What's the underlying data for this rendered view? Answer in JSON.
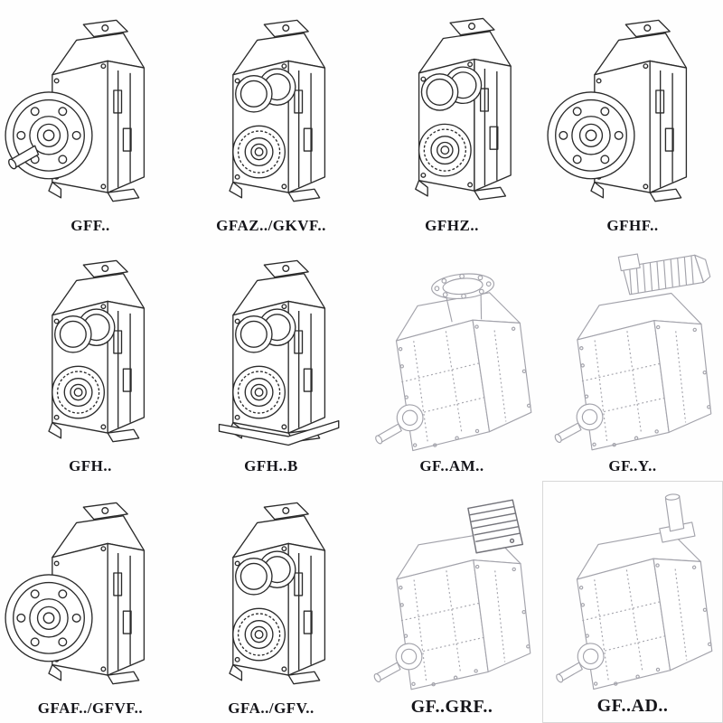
{
  "catalog": {
    "items": [
      {
        "label": "GFF..",
        "drawing": "flange-mounted gearbox with solid output shaft",
        "style": "solid"
      },
      {
        "label": "GFAZ../GKVF..",
        "drawing": "shaft-mounted gearbox, hollow bore and twin gear bores",
        "style": "solid"
      },
      {
        "label": "GFHZ..",
        "drawing": "hollow shaft gearbox, twin gear bores visible",
        "style": "solid"
      },
      {
        "label": "GFHF..",
        "drawing": "flange-mounted hollow shaft gearbox",
        "style": "solid"
      },
      {
        "label": "GFH..",
        "drawing": "hollow shaft foot gearbox, twin gear bores",
        "style": "solid"
      },
      {
        "label": "GFH..B",
        "drawing": "hollow shaft gearbox with base plate",
        "style": "solid"
      },
      {
        "label": "GF..AM..",
        "drawing": "gearbox with IEC motor adapter flange on top, light line art",
        "style": "light"
      },
      {
        "label": "GF..Y..",
        "drawing": "gearbox with finned motor mounted on top, light line art",
        "style": "light"
      },
      {
        "label": "GFAF../GFVF..",
        "drawing": "flange-mounted gearbox, bolt-hole flange",
        "style": "solid"
      },
      {
        "label": "GFA../GFV..",
        "drawing": "shaft-mounted gearbox, twin gear bores",
        "style": "solid"
      },
      {
        "label": "GF..GRF..",
        "drawing": "gearbox with finned cover box on top, light line art",
        "style": "light"
      },
      {
        "label": "GF..AD..",
        "drawing": "gearbox with vertical input shaft on top, light line art",
        "style": "light"
      }
    ]
  }
}
